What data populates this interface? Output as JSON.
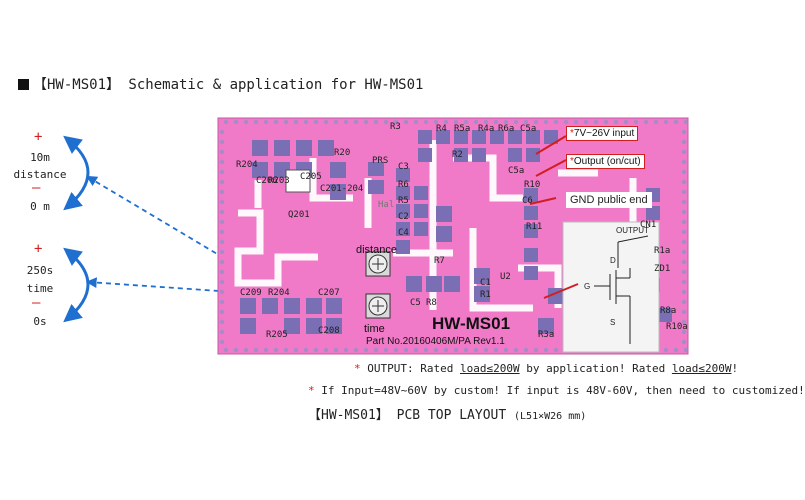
{
  "header": {
    "title": "【HW-MS01】 Schematic & application for HW-MS01"
  },
  "controls": {
    "distance": {
      "plus": "+",
      "max": "10m",
      "name": "distance",
      "minus": "—",
      "min": "0 m"
    },
    "time": {
      "plus": "+",
      "max": "250s",
      "name": "time",
      "minus": "—",
      "min": "0s"
    }
  },
  "board": {
    "part_label": "HW-MS01",
    "part_number": "Part No.20160406M/PA Rev1.1",
    "pot_labels": {
      "distance": "distance",
      "time": "time"
    },
    "silkscreen": [
      "R3",
      "R4",
      "R5a",
      "R4a",
      "R6a",
      "C5a",
      "R2",
      "C5a",
      "R1",
      "R8",
      "C5",
      "C1",
      "U2",
      "R7",
      "C6",
      "R10",
      "R11",
      "R3a",
      "C3",
      "R6",
      "R5",
      "C2",
      "C4",
      "PRS",
      "R204",
      "C206",
      "R203",
      "C205",
      "Q201",
      "C201-204",
      "R20",
      "C209",
      "R204",
      "C207",
      "R205",
      "C208",
      "ZD1",
      "R1a",
      "R8a",
      "R10a",
      "CN1",
      "Hal"
    ],
    "colors": {
      "board": "#f07ac8",
      "pad": "#7a6fb5",
      "trace": "#ffffff",
      "callout_border": "#d21e1e",
      "arrow_blue": "#1f6fd0"
    }
  },
  "callouts": {
    "input": {
      "star": "*",
      "text": "7V~26V input"
    },
    "output": {
      "star": "*",
      "text": "Output (on/cut)"
    },
    "gnd": "GND public end",
    "mosfet": {
      "output": "OUTPUT",
      "g": "G",
      "d": "D",
      "s": "S"
    }
  },
  "notes": {
    "line1": {
      "star": "*",
      "pre": " OUTPUT: Rated ",
      "u1": "load≤200W",
      "mid": " by application! Rated ",
      "u2": "load≤200W",
      "post": "!"
    },
    "line2": {
      "star": "*",
      "text": " If Input=48V~60V by custom! If input is 48V-60V, then need to customized!"
    }
  },
  "caption": {
    "main": "【HW-MS01】 PCB TOP LAYOUT ",
    "dims": "(L51×W26 mm)"
  }
}
